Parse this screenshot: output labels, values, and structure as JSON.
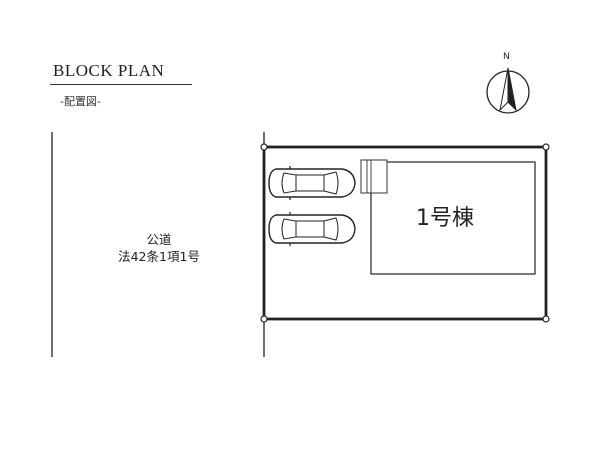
{
  "plan": {
    "title": "BLOCK PLAN",
    "subtitle": "-配置図-"
  },
  "road": {
    "line1": "公道",
    "line2": "法42条1項1号"
  },
  "building": {
    "label": "1号棟"
  },
  "compass": {
    "label": "N",
    "icon": "north-arrow-icon"
  },
  "parking": {
    "car_count": 2,
    "icon": "car-icon"
  },
  "colors": {
    "line": "#222222",
    "background": "#ffffff"
  }
}
